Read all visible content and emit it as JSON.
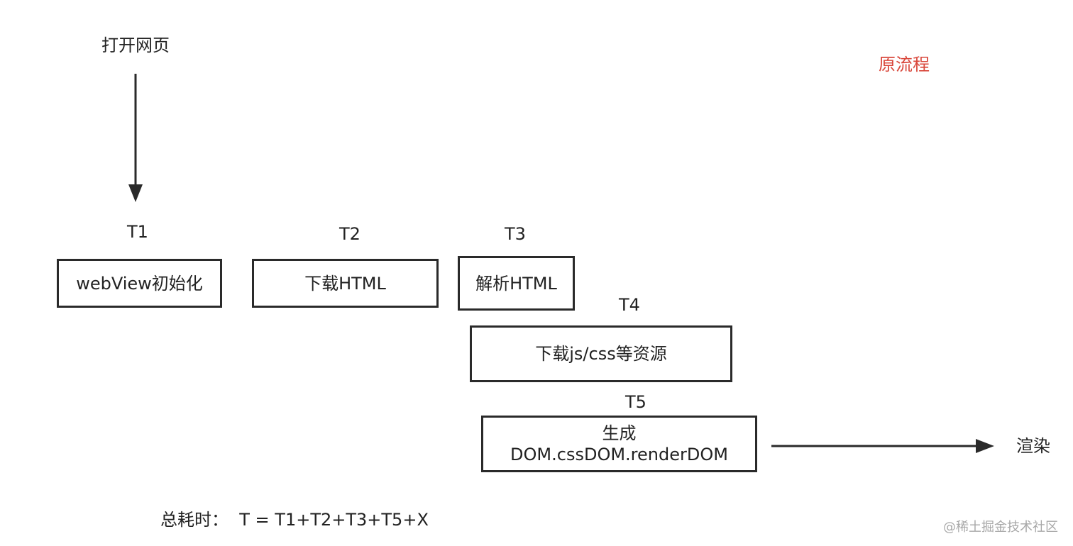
{
  "title_label": "原流程",
  "start_label": "打开网页",
  "end_label": "渲染",
  "steps": [
    {
      "t": "T1",
      "label": "webView初始化"
    },
    {
      "t": "T2",
      "label": "下载HTML"
    },
    {
      "t": "T3",
      "label": "解析HTML"
    },
    {
      "t": "T4",
      "label": "下载js/css等资源"
    },
    {
      "t": "T5",
      "label_line1": "生成",
      "label_line2": "DOM.cssDOM.renderDOM"
    }
  ],
  "formula": "总耗时：  T = T1+T2+T3+T5+X",
  "watermark": "@稀土掘金技术社区",
  "colors": {
    "title": "#d9473b",
    "stroke": "#2a2a2a",
    "text": "#222222"
  }
}
